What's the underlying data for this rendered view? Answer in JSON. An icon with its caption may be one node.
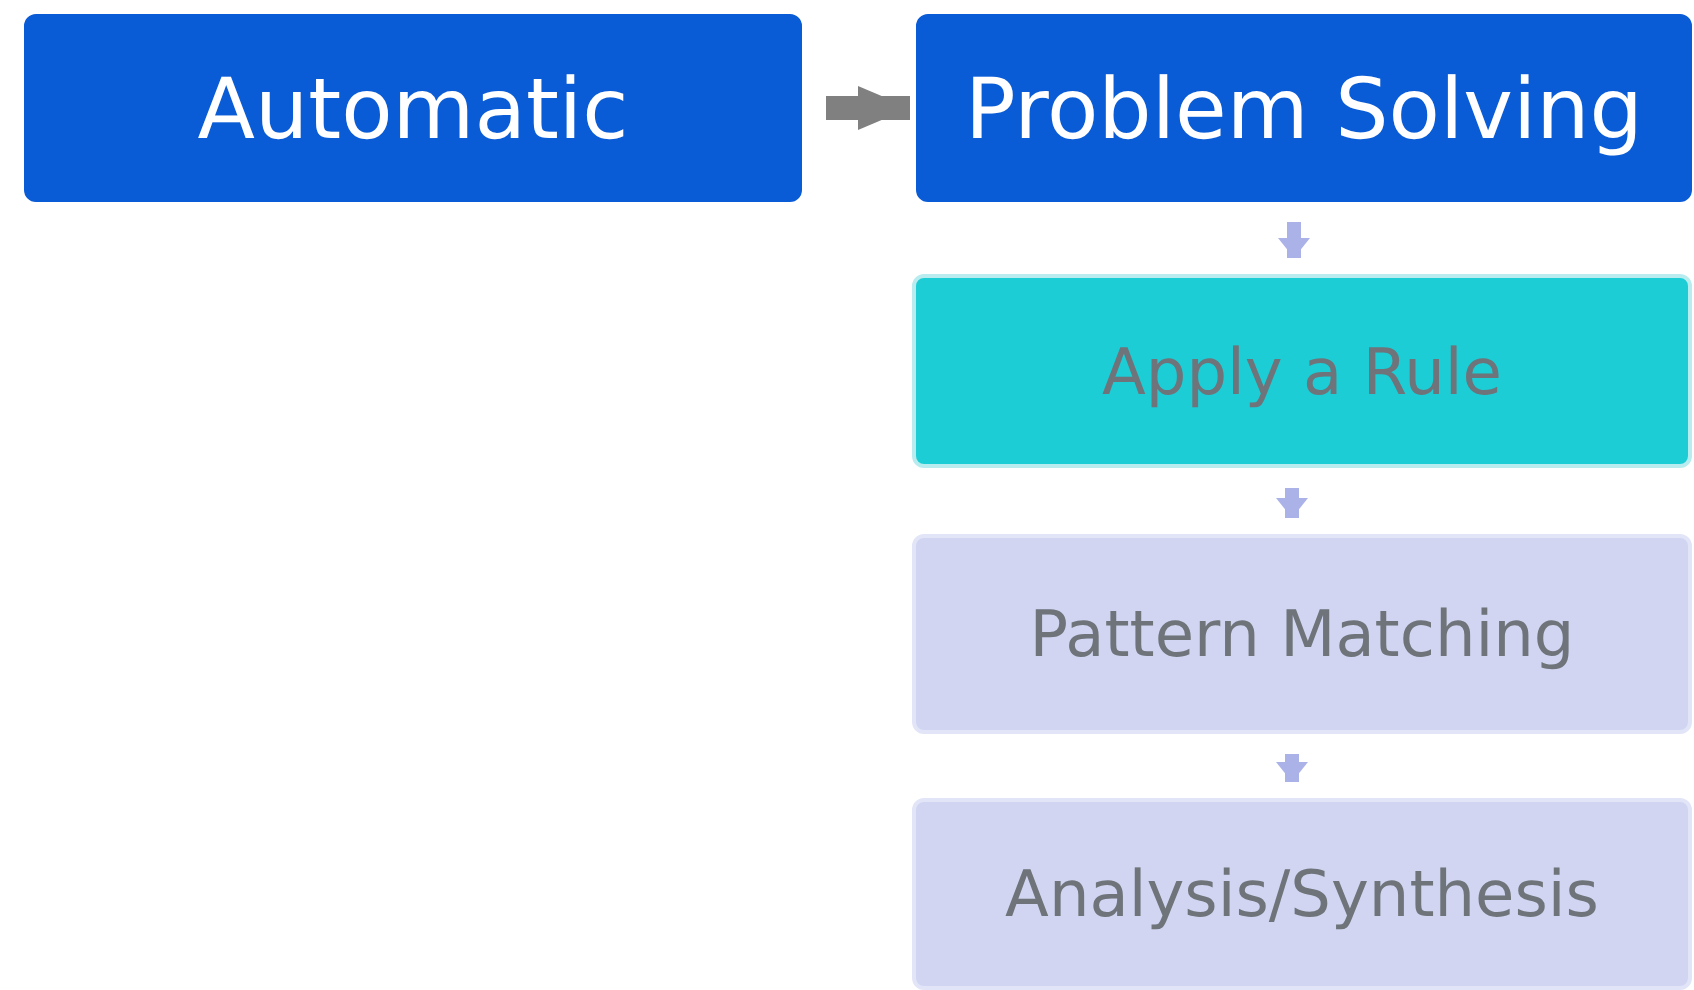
{
  "diagram": {
    "nodes": [
      {
        "text": [
          "Automatic"
        ]
      },
      {
        "text": [
          "Problem Solving"
        ]
      },
      {
        "text": [
          "Apply a Rule"
        ]
      },
      {
        "text": [
          "Pattern Matching"
        ]
      },
      {
        "text": [
          "Analysis/Synthesis"
        ]
      }
    ],
    "edges": [
      {
        "from": 0,
        "to": 1,
        "arrow": "to",
        "color": "#808080"
      },
      {
        "from": 1,
        "to": 2,
        "arrow": "to"
      },
      {
        "from": 2,
        "to": 3,
        "arrow": "to"
      },
      {
        "from": 3,
        "to": 4,
        "arrow": "to"
      }
    ]
  }
}
